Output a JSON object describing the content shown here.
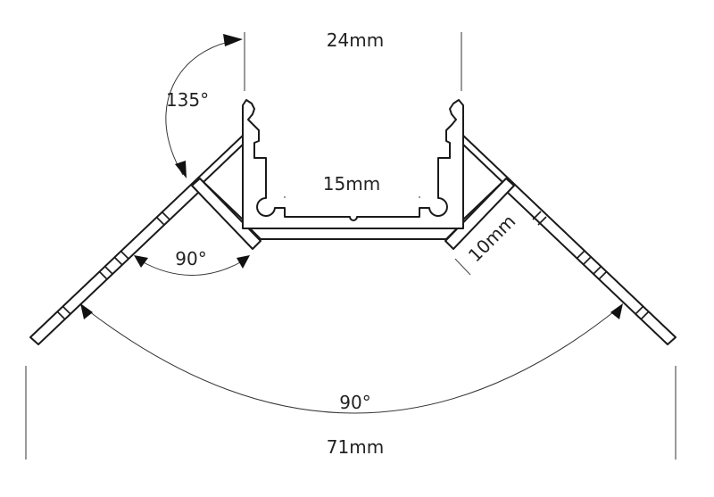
{
  "diagram": {
    "type": "technical cross-section drawing",
    "subject": "corner aluminium profile with channel and two angled wings",
    "colors": {
      "line": "#1a1a1a",
      "dimension": "#333333",
      "extension": "#555555",
      "background": "#ffffff"
    },
    "dimensions": {
      "top_width": "24mm",
      "inner_channel_width": "15mm",
      "stub_length": "10mm",
      "overall_width": "71mm"
    },
    "angles": {
      "wing_to_vertical": "135°",
      "wing_to_stub": "90°",
      "between_wings": "90°"
    }
  }
}
